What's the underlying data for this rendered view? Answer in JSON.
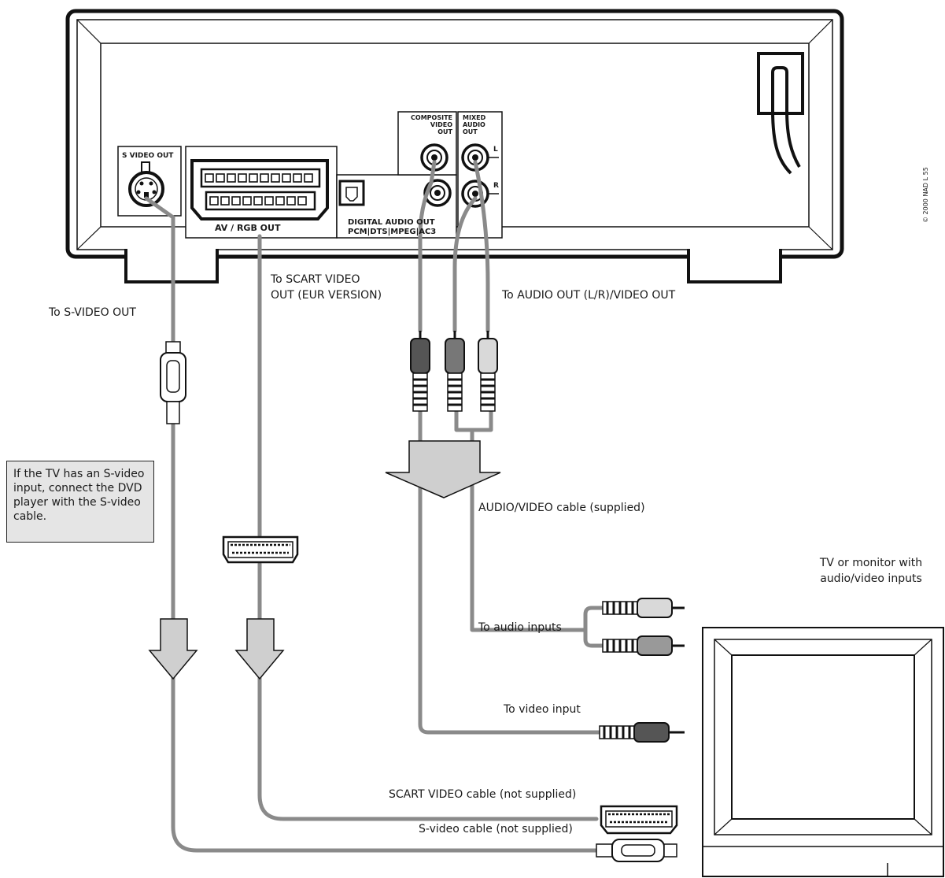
{
  "player_panel": {
    "svideo_out": "S VIDEO OUT",
    "av_rgb_out": "AV / RGB OUT",
    "composite": [
      "COMPOSITE",
      "VIDEO",
      "OUT"
    ],
    "mixed_audio": [
      "MIXED",
      "AUDIO",
      "OUT"
    ],
    "ch_left": "L",
    "ch_right": "R",
    "digital_audio_out": "DIGITAL AUDIO OUT",
    "digital_formats": "PCM|DTS|MPEG|AC3"
  },
  "copyright": "© 2000 NAD L 55",
  "labels": {
    "to_svideo_out": "To S-VIDEO OUT",
    "to_scart_video_out": [
      "To SCART VIDEO",
      "OUT (EUR VERSION)"
    ],
    "to_audio_video_out": "To AUDIO OUT (L/R)/VIDEO OUT",
    "av_cable": "AUDIO/VIDEO cable (supplied)",
    "tv_caption": [
      "TV or monitor with",
      "audio/video inputs"
    ],
    "to_audio_inputs": "To audio inputs",
    "to_video_input": "To video input",
    "scart_cable": "SCART VIDEO cable (not supplied)",
    "svideo_cable": "S-video cable (not supplied)"
  },
  "note": "If the TV has an S-video input, connect the DVD player with the S-video cable.",
  "colors": {
    "cable": "#8a8a8a",
    "arrow_fill": "#cfcfcf",
    "plug_dark": "#555555",
    "plug_light": "#d9d9d9",
    "note_bg": "#e5e5e5"
  }
}
